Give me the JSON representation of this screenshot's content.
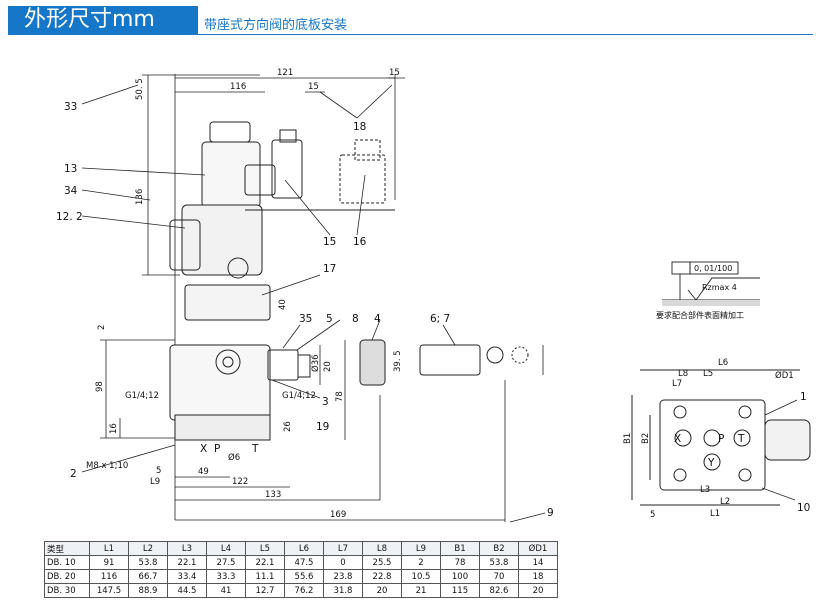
{
  "header": {
    "title": "外形尺寸mm",
    "subtitle": "带座式方向阀的底板安装"
  },
  "callouts": [
    "33",
    "13",
    "34",
    "12. 2",
    "15",
    "16",
    "17",
    "18",
    "35",
    "5",
    "8",
    "4",
    "6; 7",
    "3",
    "19",
    "2",
    "1",
    "10",
    "9"
  ],
  "dims": {
    "d121": "121",
    "d116": "116",
    "d15a": "15",
    "d15b": "15",
    "d505": "50. 5",
    "d136": "136",
    "d40": "40",
    "d2": "2",
    "d98": "98",
    "d16": "16",
    "d36": "Ø36",
    "d20": "20",
    "d395": "39. 5",
    "d78": "78",
    "d26": "26",
    "d6": "Ø6",
    "d5": "5",
    "d49": "49",
    "d122": "122",
    "d133": "133",
    "d169": "169",
    "g14a": "G1/4;12",
    "g14b": "G1/4;12",
    "m8": "M8 x 1;10",
    "l9": "L9",
    "port_x": "X",
    "port_p": "P",
    "port_t": "T",
    "r_l6": "L6",
    "r_l8": "L8",
    "r_l5": "L5",
    "r_l7": "L7",
    "r_d1": "ØD1",
    "r_b1": "B1",
    "r_b2": "B2",
    "r_5": "5",
    "r_l3": "L3",
    "r_l2": "L2",
    "r_l1": "L1",
    "r_x": "X",
    "r_p": "P",
    "r_t": "T",
    "r_y": "Y"
  },
  "surface": {
    "flatness": "0, 01/100",
    "roughness": "Rzmax  4",
    "note": "要求配合部件表面精加工"
  },
  "table": {
    "headers": [
      "类型",
      "L1",
      "L2",
      "L3",
      "L4",
      "L5",
      "L6",
      "L7",
      "L8",
      "L9",
      "B1",
      "B2",
      "ØD1"
    ],
    "rows": [
      [
        "DB. 10",
        "91",
        "53.8",
        "22.1",
        "27.5",
        "22.1",
        "47.5",
        "0",
        "25.5",
        "2",
        "78",
        "53.8",
        "14"
      ],
      [
        "DB. 20",
        "116",
        "66.7",
        "33.4",
        "33.3",
        "11.1",
        "55.6",
        "23.8",
        "22.8",
        "10.5",
        "100",
        "70",
        "18"
      ],
      [
        "DB. 30",
        "147.5",
        "88.9",
        "44.5",
        "41",
        "12.7",
        "76.2",
        "31.8",
        "20",
        "21",
        "115",
        "82.6",
        "20"
      ]
    ]
  }
}
